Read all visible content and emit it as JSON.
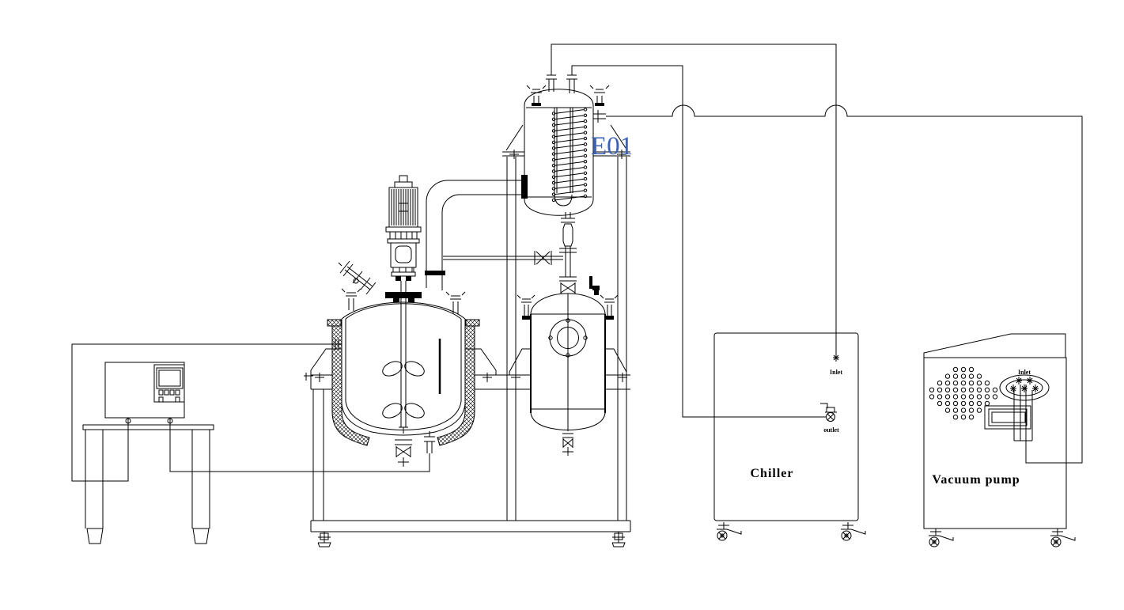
{
  "diagram": {
    "labels": {
      "condenser_tag": "E01",
      "chiller_name": "Chiller",
      "chiller_inlet": "Inlet",
      "chiller_outlet": "outlet",
      "vacuum_pump_name": "Vacuum pump",
      "vacuum_pump_inlet": "Inlet"
    },
    "colors": {
      "line": "#000000",
      "background": "#ffffff",
      "condenser_tag": "#3a62b8"
    }
  }
}
